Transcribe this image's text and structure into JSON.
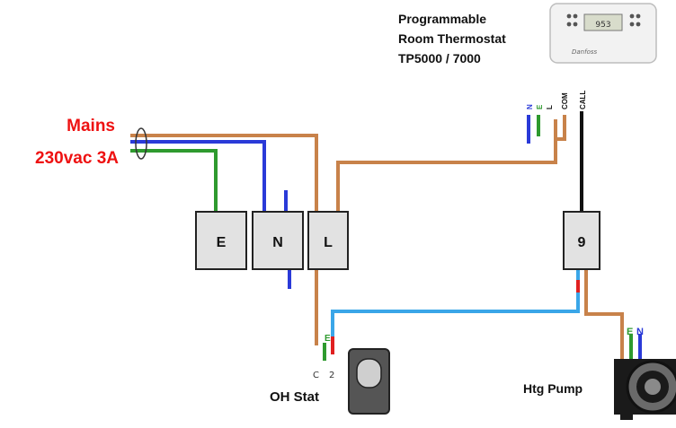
{
  "thermostat": {
    "title_line1": "Programmable",
    "title_line2": "Room Thermostat",
    "title_line3": "TP5000 / 7000",
    "display_value": "953",
    "brand": "Danfoss",
    "terminals": [
      "N",
      "E",
      "L",
      "COM",
      "CALL"
    ]
  },
  "supply": {
    "line1": "Mains",
    "line2": "230vac 3A",
    "color": "#ee1111"
  },
  "terminal_block": {
    "earth": "E",
    "neutral": "N",
    "live": "L",
    "switched": "9"
  },
  "oh_stat": {
    "label": "OH Stat",
    "term_c": "C",
    "term_2": "2",
    "earth": "E"
  },
  "pump": {
    "label": "Htg Pump",
    "earth": "E",
    "neutral": "N"
  },
  "colors": {
    "brown": "#c8824a",
    "blue": "#2a3ad8",
    "green": "#2e9a2e",
    "black": "#111111",
    "cyan": "#3aa6e8",
    "red": "#e02020",
    "box": "#e2e2e2",
    "box_border": "#222222"
  }
}
